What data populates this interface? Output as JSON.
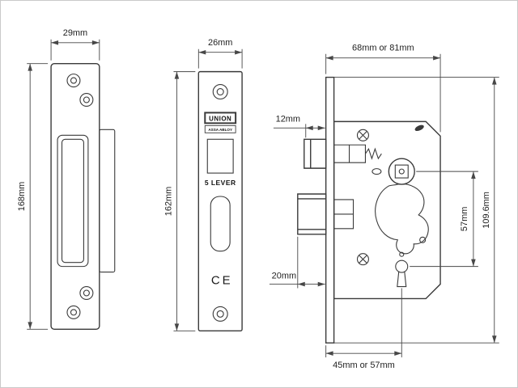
{
  "colors": {
    "ink": "#3a3a3a",
    "dim": "#474747",
    "background": "#ffffff"
  },
  "strike_plate": {
    "width_dim": "29mm",
    "height_dim": "168mm"
  },
  "faceplate": {
    "width_dim": "26mm",
    "height_dim": "162mm",
    "brand": "UNION",
    "brand_sub": "ASSA ABLOY",
    "model": "5 LEVER",
    "certification": "CE"
  },
  "lock_body": {
    "case_width_dim": "68mm or 81mm",
    "latch_dim": "12mm",
    "deadbolt_dim": "20mm",
    "centres_dim": "57mm",
    "height_dim": "109.6mm",
    "backset_dim": "45mm or 57mm"
  }
}
